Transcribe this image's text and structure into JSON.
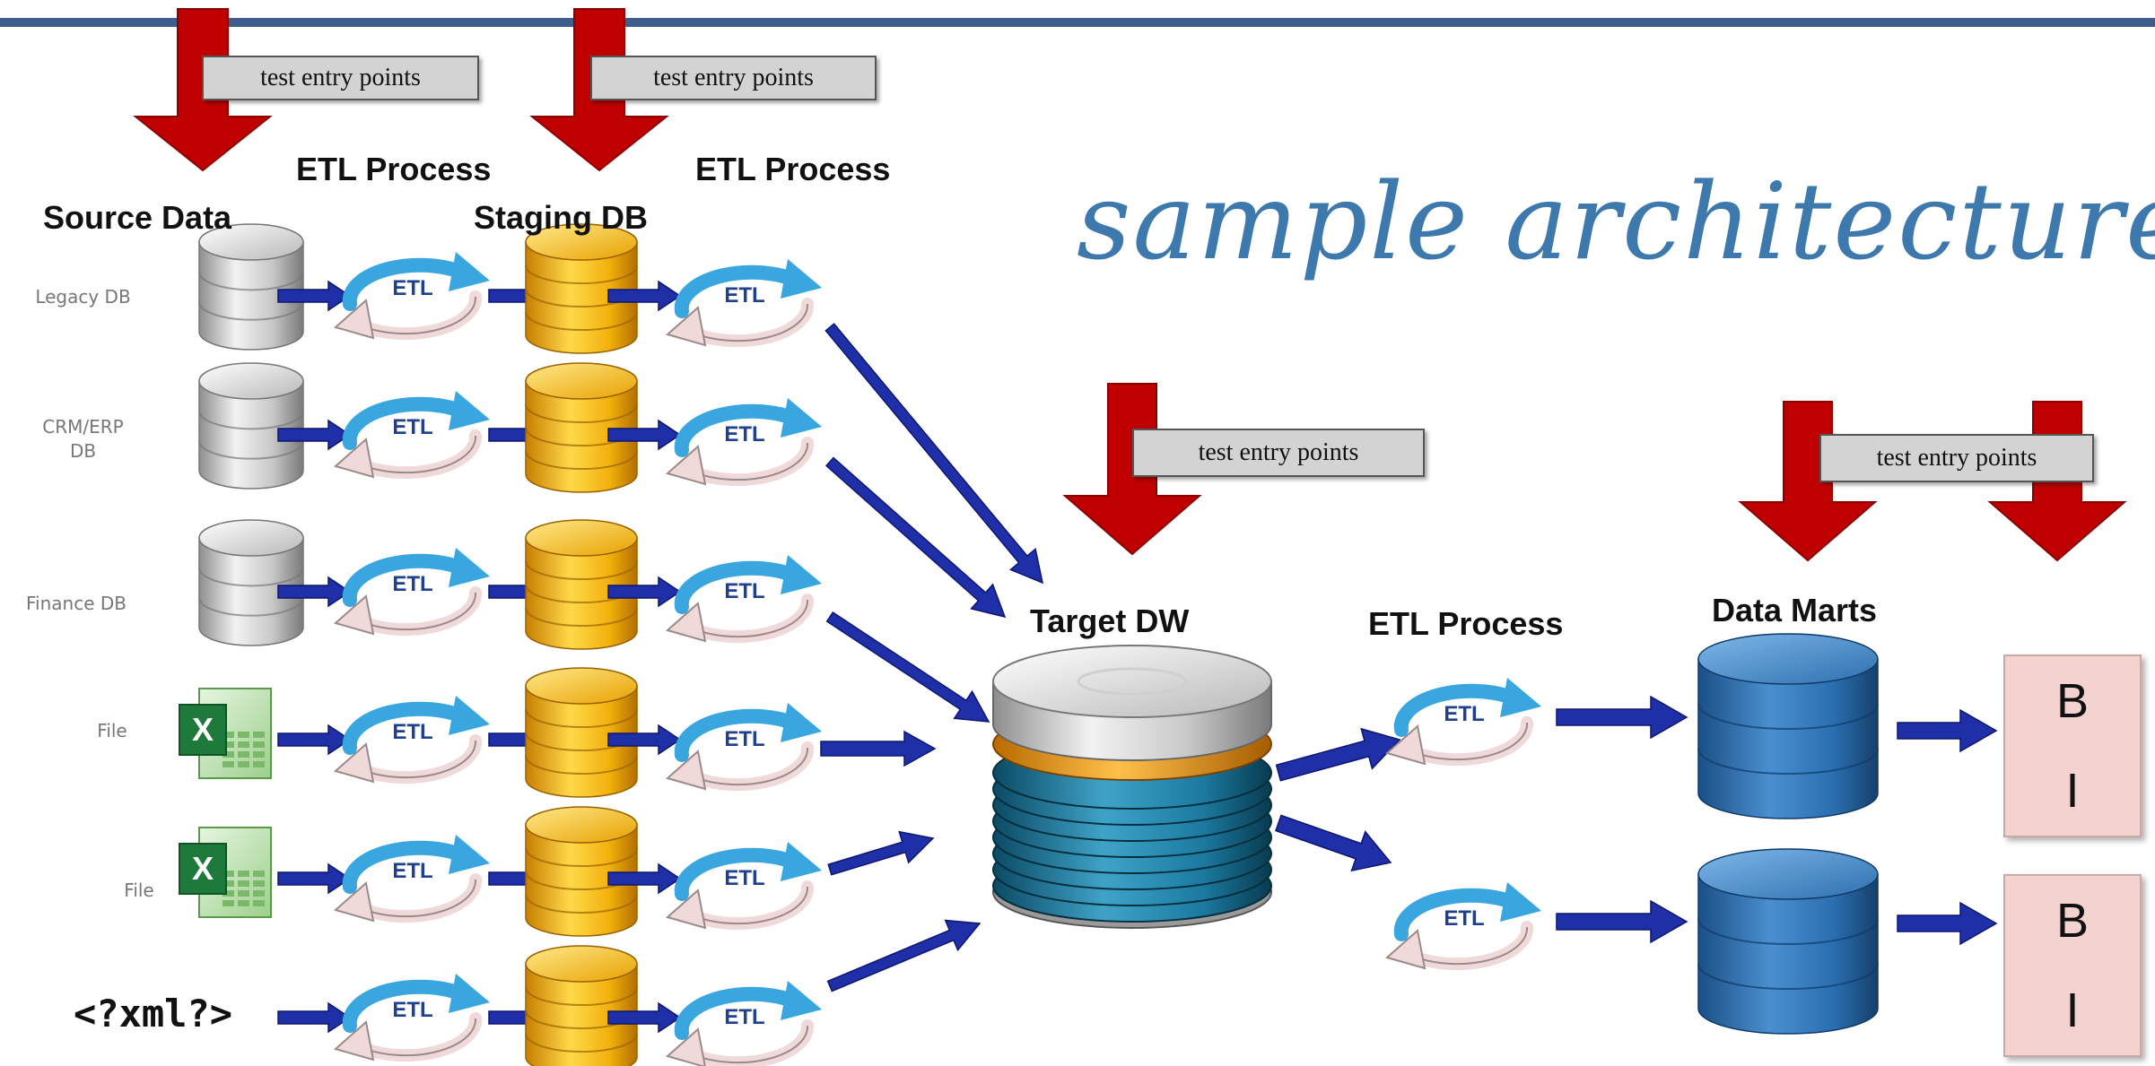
{
  "title": "sample architecture",
  "headers": {
    "source_data": "Source Data",
    "etl_process_1": "ETL Process",
    "staging_db": "Staging DB",
    "etl_process_2": "ETL Process",
    "target_dw": "Target DW",
    "etl_process_3": "ETL Process",
    "data_marts": "Data Marts"
  },
  "test_entry_label": "test entry points",
  "etl_label": "ETL",
  "sources": [
    {
      "label": "Legacy DB",
      "kind": "database"
    },
    {
      "label": "CRM/ERP\nDB",
      "kind": "database"
    },
    {
      "label": "Finance DB",
      "kind": "database"
    },
    {
      "label": "File",
      "kind": "excel"
    },
    {
      "label": "File",
      "kind": "excel"
    },
    {
      "label": "<?xml?>",
      "kind": "xml"
    }
  ],
  "bi_boxes": [
    {
      "line1": "B",
      "line2": "I"
    },
    {
      "line1": "B",
      "line2": "I"
    }
  ],
  "icons": {
    "database": "database-icon",
    "staging": "staging-database-icon",
    "etl": "etl-cycle-icon",
    "excel": "excel-file-icon",
    "target": "target-dw-icon",
    "mart": "data-mart-icon",
    "arrow": "flow-arrow-icon",
    "test": "test-entry-arrow-icon"
  },
  "colors": {
    "top_bar": "#3f5e8e",
    "title": "#3d79ad",
    "red_arrow": "#c00000",
    "blue_arrow": "#1f2fa8",
    "staging_gold": "#f2b10c",
    "mart_blue": "#2a6fb0",
    "etl_blue": "#39a6e0",
    "bi_box": "#f3d2cf"
  }
}
